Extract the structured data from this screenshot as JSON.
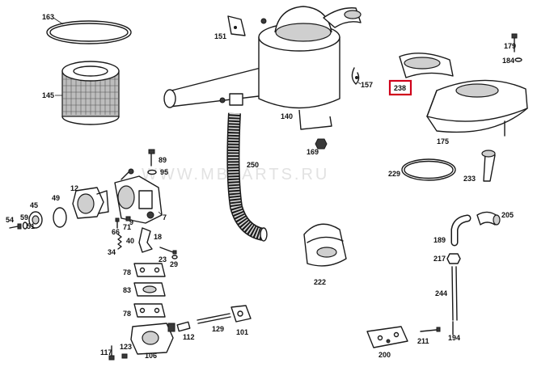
{
  "watermark": "WWW.MBPARTS.RU",
  "highlight": {
    "part": "238",
    "color": "#d0021b"
  },
  "parts": {
    "p163": "163",
    "p145": "145",
    "p151": "151",
    "p140": "140",
    "p157": "157",
    "p179": "179",
    "p184": "184",
    "p238": "238",
    "p175": "175",
    "p169": "169",
    "p250": "250",
    "p229": "229",
    "p233": "233",
    "p89": "89",
    "p95": "95",
    "p12": "12",
    "p45": "45",
    "p49": "49",
    "p54": "54",
    "p59": "59",
    "p51": "51",
    "p7": "7",
    "p9": "9",
    "p66": "66",
    "p71": "71",
    "p40": "40",
    "p18": "18",
    "p34": "34",
    "p23": "23",
    "p29": "29",
    "p78a": "78",
    "p83": "83",
    "p78b": "78",
    "p112": "112",
    "p129": "129",
    "p101": "101",
    "p117": "117",
    "p123": "123",
    "p106": "106",
    "p222": "222",
    "p205": "205",
    "p189": "189",
    "p217": "217",
    "p244": "244",
    "p194": "194",
    "p211": "211",
    "p200": "200"
  }
}
